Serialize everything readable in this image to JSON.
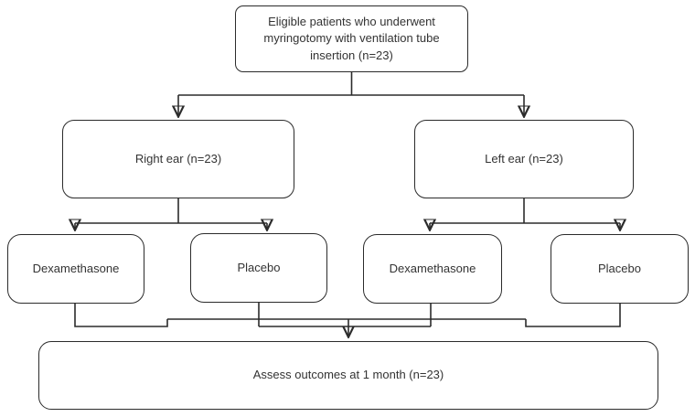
{
  "colors": {
    "border": "#2b2b2b",
    "text": "#333333",
    "background": "#ffffff",
    "arrow": "#1a1a1a"
  },
  "flowchart": {
    "nodes": {
      "eligible": "Eligible patients who underwent myringotomy with ventilation tube insertion (n=23)",
      "right_ear": "Right ear (n=23)",
      "left_ear": "Left ear (n=23)",
      "right_dexamethasone": "Dexamethasone",
      "right_placebo": "Placebo",
      "left_dexamethasone": "Dexamethasone",
      "left_placebo": "Placebo",
      "outcome": "Assess outcomes at 1 month (n=23)"
    }
  }
}
